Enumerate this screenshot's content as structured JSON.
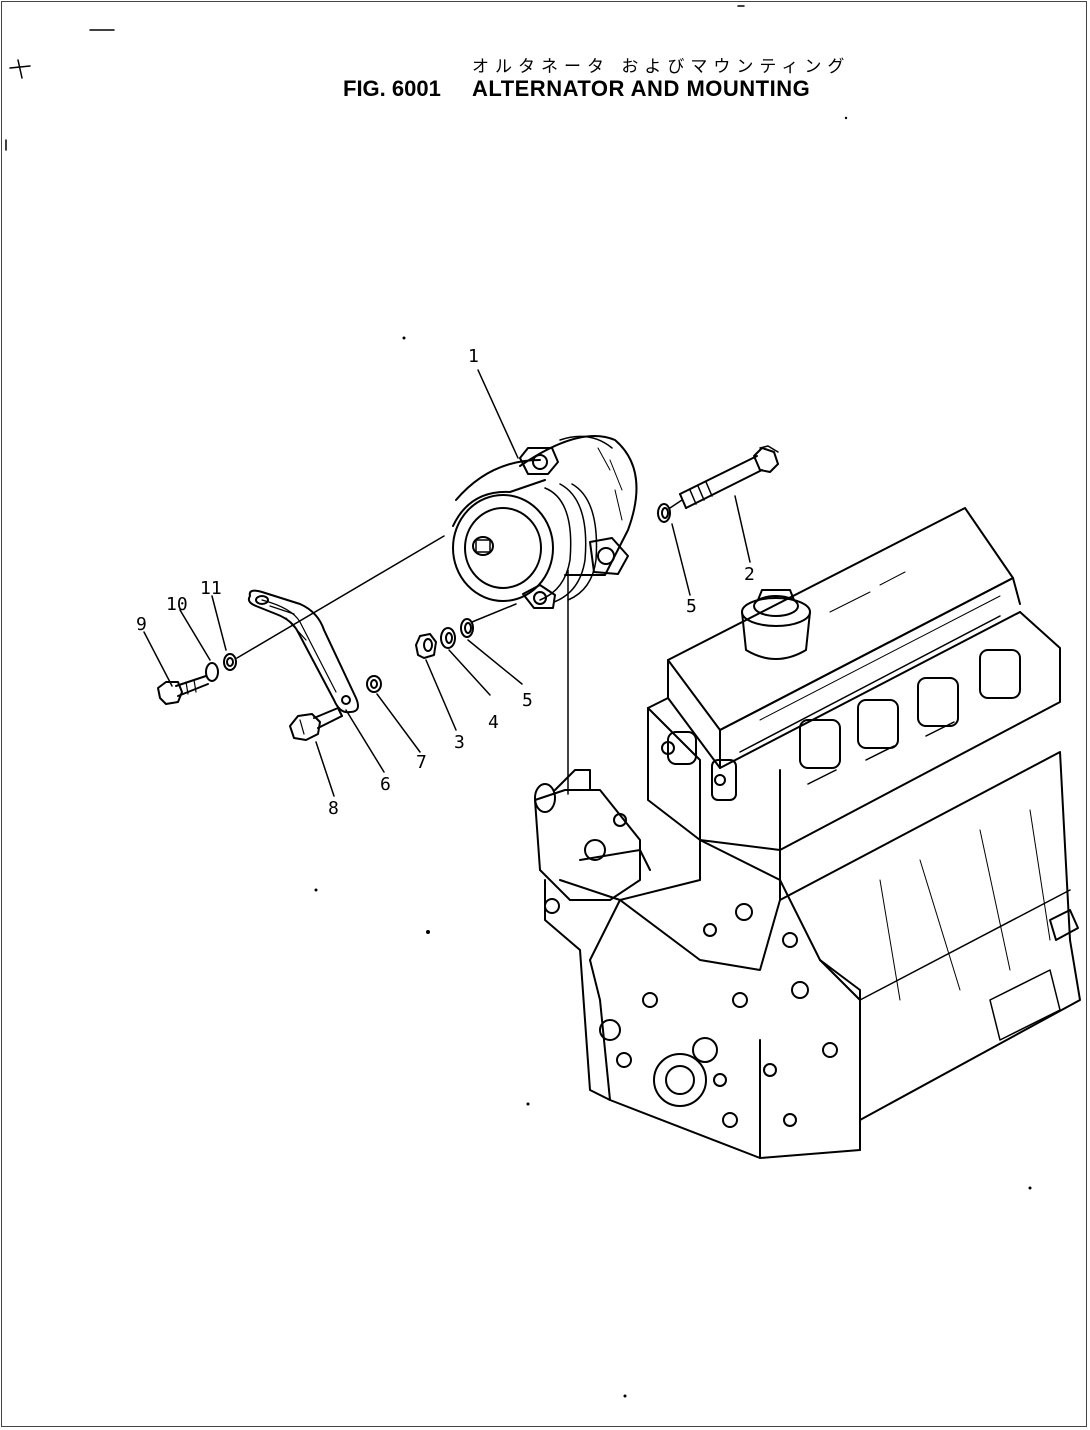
{
  "figure": {
    "title_jp": "オルタネータ およびマウンティング",
    "fig_number": "FIG. 6001",
    "title": "ALTERNATOR AND MOUNTING"
  },
  "callouts": [
    {
      "id": "c1",
      "label": "1"
    },
    {
      "id": "c2",
      "label": "2"
    },
    {
      "id": "c3",
      "label": "3"
    },
    {
      "id": "c4",
      "label": "4"
    },
    {
      "id": "c5a",
      "label": "5"
    },
    {
      "id": "c5b",
      "label": "5"
    },
    {
      "id": "c6",
      "label": "6"
    },
    {
      "id": "c7",
      "label": "7"
    },
    {
      "id": "c8",
      "label": "8"
    },
    {
      "id": "c9",
      "label": "9"
    },
    {
      "id": "c10",
      "label": "10"
    },
    {
      "id": "c11",
      "label": "11"
    }
  ]
}
